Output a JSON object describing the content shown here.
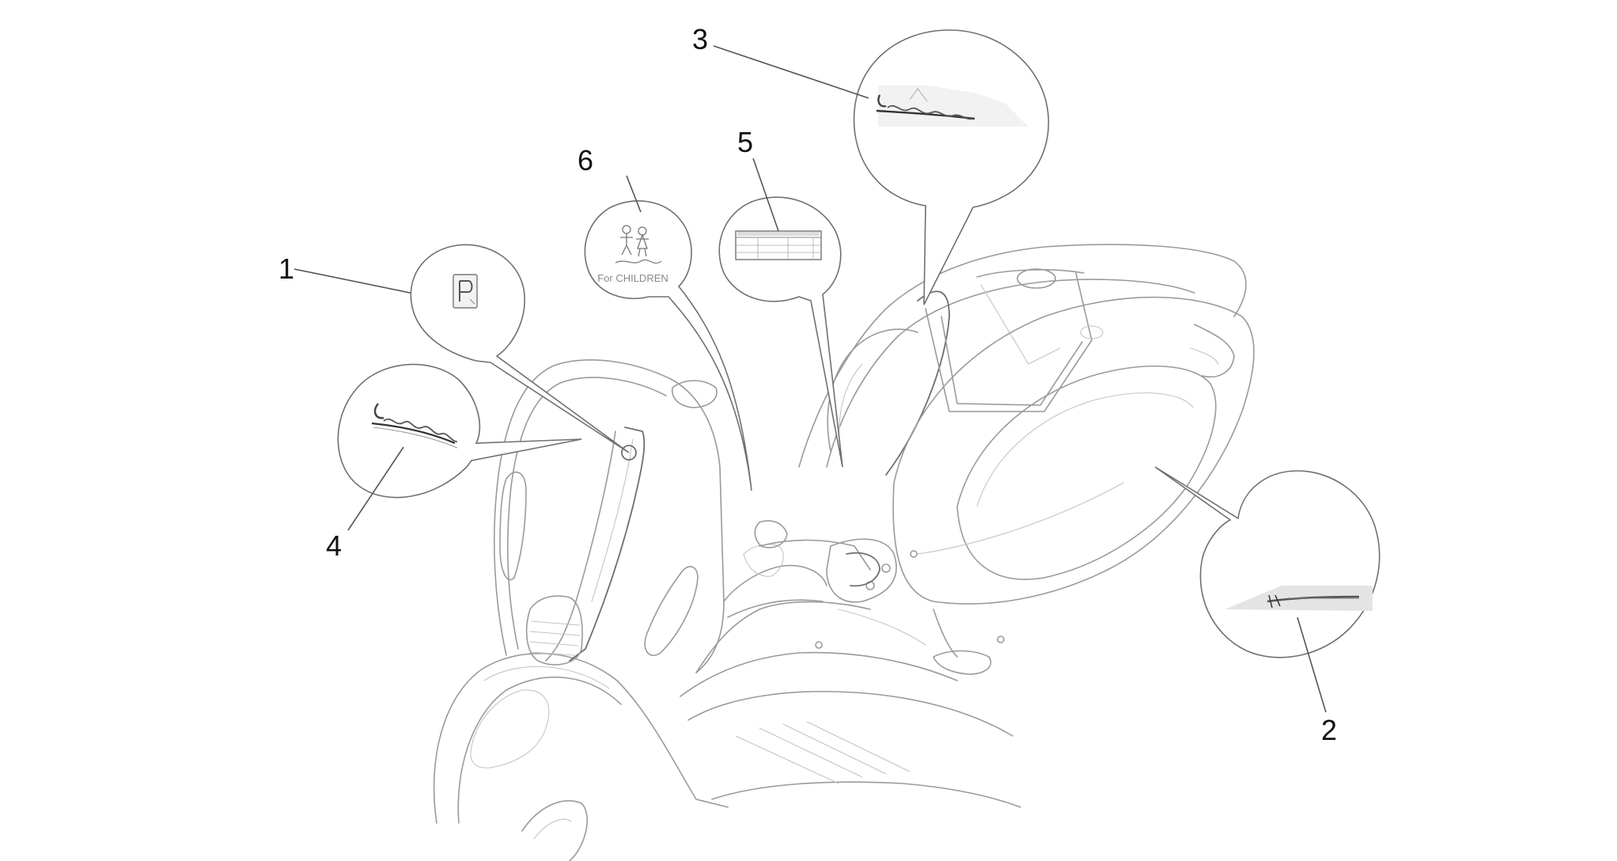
{
  "callouts": [
    {
      "id": "1",
      "label": "1"
    },
    {
      "id": "2",
      "label": "2"
    },
    {
      "id": "3",
      "label": "3"
    },
    {
      "id": "4",
      "label": "4"
    },
    {
      "id": "5",
      "label": "5"
    },
    {
      "id": "6",
      "label": "6"
    }
  ],
  "decals": {
    "children": {
      "text": "For CHILDREN"
    }
  },
  "colors": {
    "line": "#9a9a9a",
    "leader": "#555555",
    "bubble_stroke": "#707070"
  }
}
